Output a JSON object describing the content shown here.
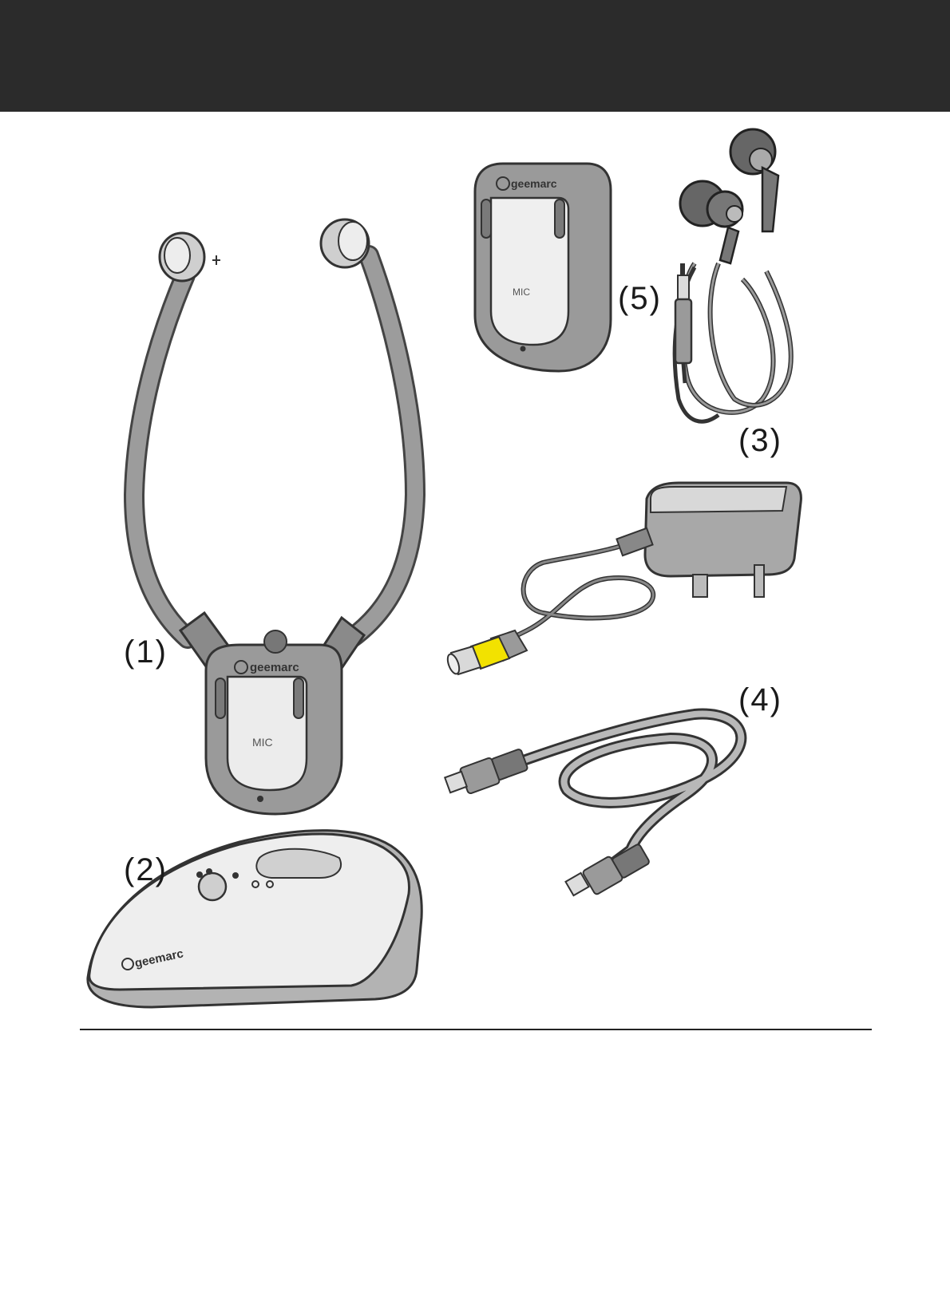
{
  "labels": {
    "item1": "(1)",
    "item2": "(2)",
    "item3": "(3)",
    "item4": "(4)",
    "item5": "(5)"
  },
  "device_text": {
    "brand": "geemarc",
    "mic": "MIC"
  },
  "colors": {
    "header": "#2b2b2b",
    "device_grey": "#9a9a9a",
    "device_light": "#e6e6e6",
    "plug_yellow": "#f2e200"
  },
  "icons": [
    "headset-stethoscope",
    "charging-base",
    "earphones",
    "power-adapter",
    "optical-cable",
    "receiver-clip"
  ]
}
